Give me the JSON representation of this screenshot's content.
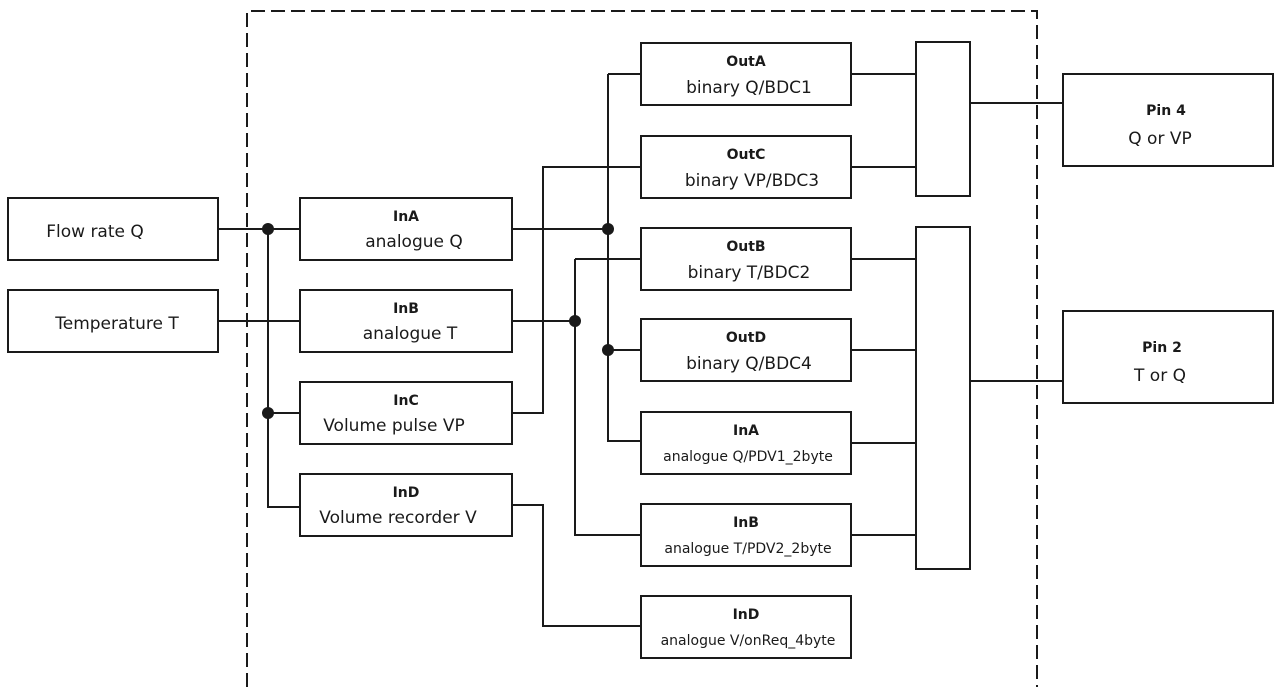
{
  "sources": {
    "flow_rate": "Flow rate Q",
    "temperature": "Temperature T"
  },
  "inputs": {
    "ina": {
      "title": "InA",
      "label": "analogue Q"
    },
    "inb": {
      "title": "InB",
      "label": "analogue T"
    },
    "inc": {
      "title": "InC",
      "label": "Volume pulse VP"
    },
    "ind": {
      "title": "InD",
      "label": "Volume recorder V"
    }
  },
  "outputs": {
    "outa": {
      "title": "OutA",
      "label": "binary Q/BDC1"
    },
    "outc": {
      "title": "OutC",
      "label": "binary VP/BDC3"
    },
    "outb": {
      "title": "OutB",
      "label": "binary T/BDC2"
    },
    "outd": {
      "title": "OutD",
      "label": "binary Q/BDC4"
    },
    "ina": {
      "title": "InA",
      "label": "analogue Q/PDV1_2byte"
    },
    "inb": {
      "title": "InB",
      "label": "analogue T/PDV2_2byte"
    },
    "ind": {
      "title": "InD",
      "label": "analogue V/onReq_4byte"
    }
  },
  "pins": {
    "pin4": {
      "title": "Pin 4",
      "label": "Q or VP"
    },
    "pin2": {
      "title": "Pin 2",
      "label": "T or Q"
    }
  },
  "colors": {
    "line": "#1a1a1a",
    "background": "#ffffff"
  }
}
